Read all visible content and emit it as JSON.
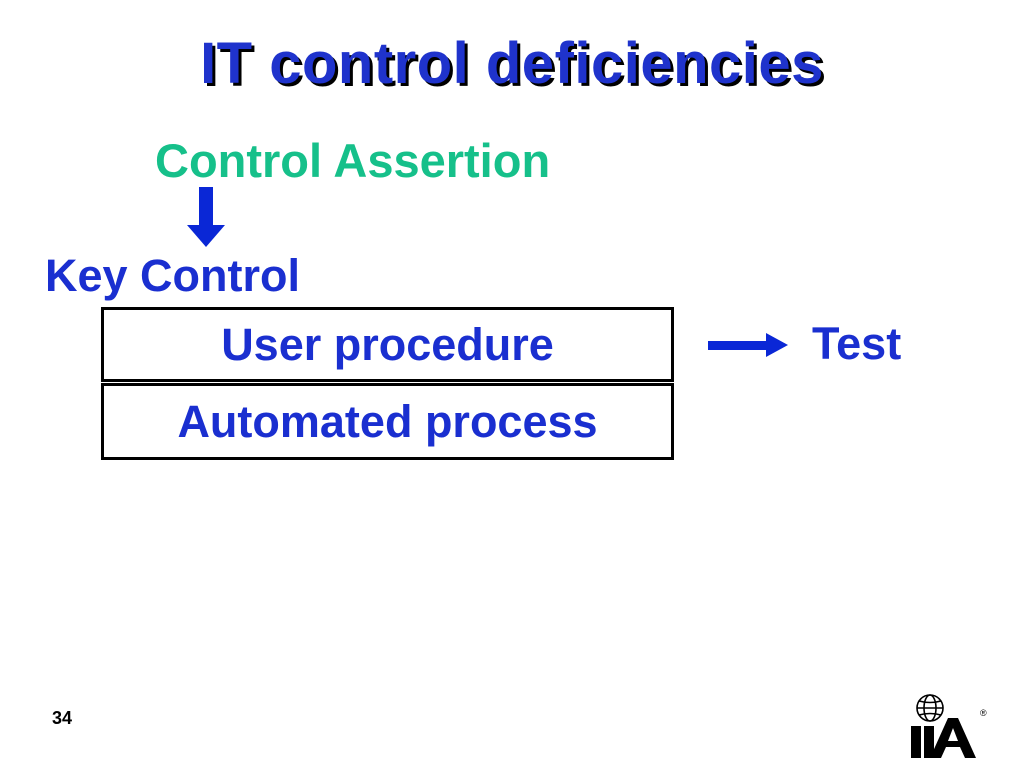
{
  "slide": {
    "title": "IT control deficiencies",
    "subtitle": "Control Assertion",
    "key_label": "Key Control",
    "boxes": [
      "User procedure",
      "Automated process"
    ],
    "test_label": "Test",
    "page_number": "34"
  },
  "logo": {
    "name": "IIA",
    "registered": "®"
  },
  "colors": {
    "title": "#1f33cc",
    "subtitle": "#16c08a",
    "text": "#1a2fd0",
    "arrow": "#0a27d6",
    "border": "#000000"
  },
  "icons": {
    "down": "arrow-down-icon",
    "right": "arrow-right-icon",
    "logo": "iia-globe-icon"
  }
}
